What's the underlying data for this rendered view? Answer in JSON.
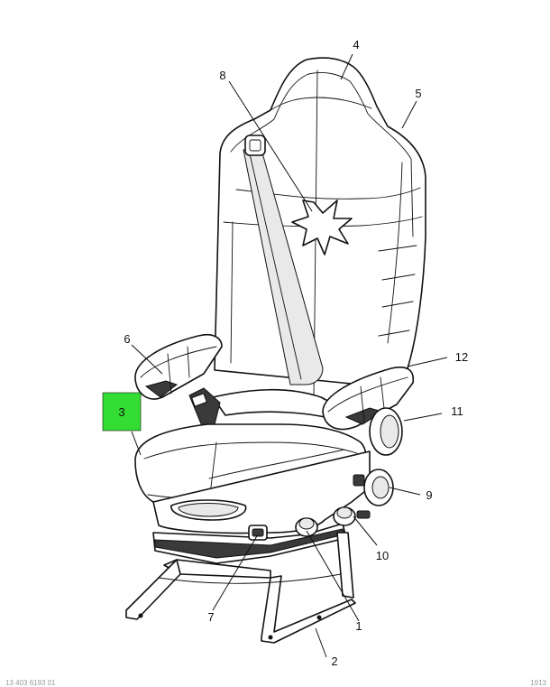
{
  "callouts": [
    {
      "id": "1",
      "text": "1"
    },
    {
      "id": "2",
      "text": "2"
    },
    {
      "id": "3",
      "text": "3",
      "highlight_color": "#33dd33"
    },
    {
      "id": "4",
      "text": "4"
    },
    {
      "id": "5",
      "text": "5"
    },
    {
      "id": "6",
      "text": "6"
    },
    {
      "id": "7",
      "text": "7"
    },
    {
      "id": "8",
      "text": "8"
    },
    {
      "id": "9",
      "text": "9"
    },
    {
      "id": "10",
      "text": "10"
    },
    {
      "id": "11",
      "text": "11"
    },
    {
      "id": "12",
      "text": "12"
    }
  ],
  "footer": {
    "left": "13 403 6193 01",
    "right": "1913"
  }
}
